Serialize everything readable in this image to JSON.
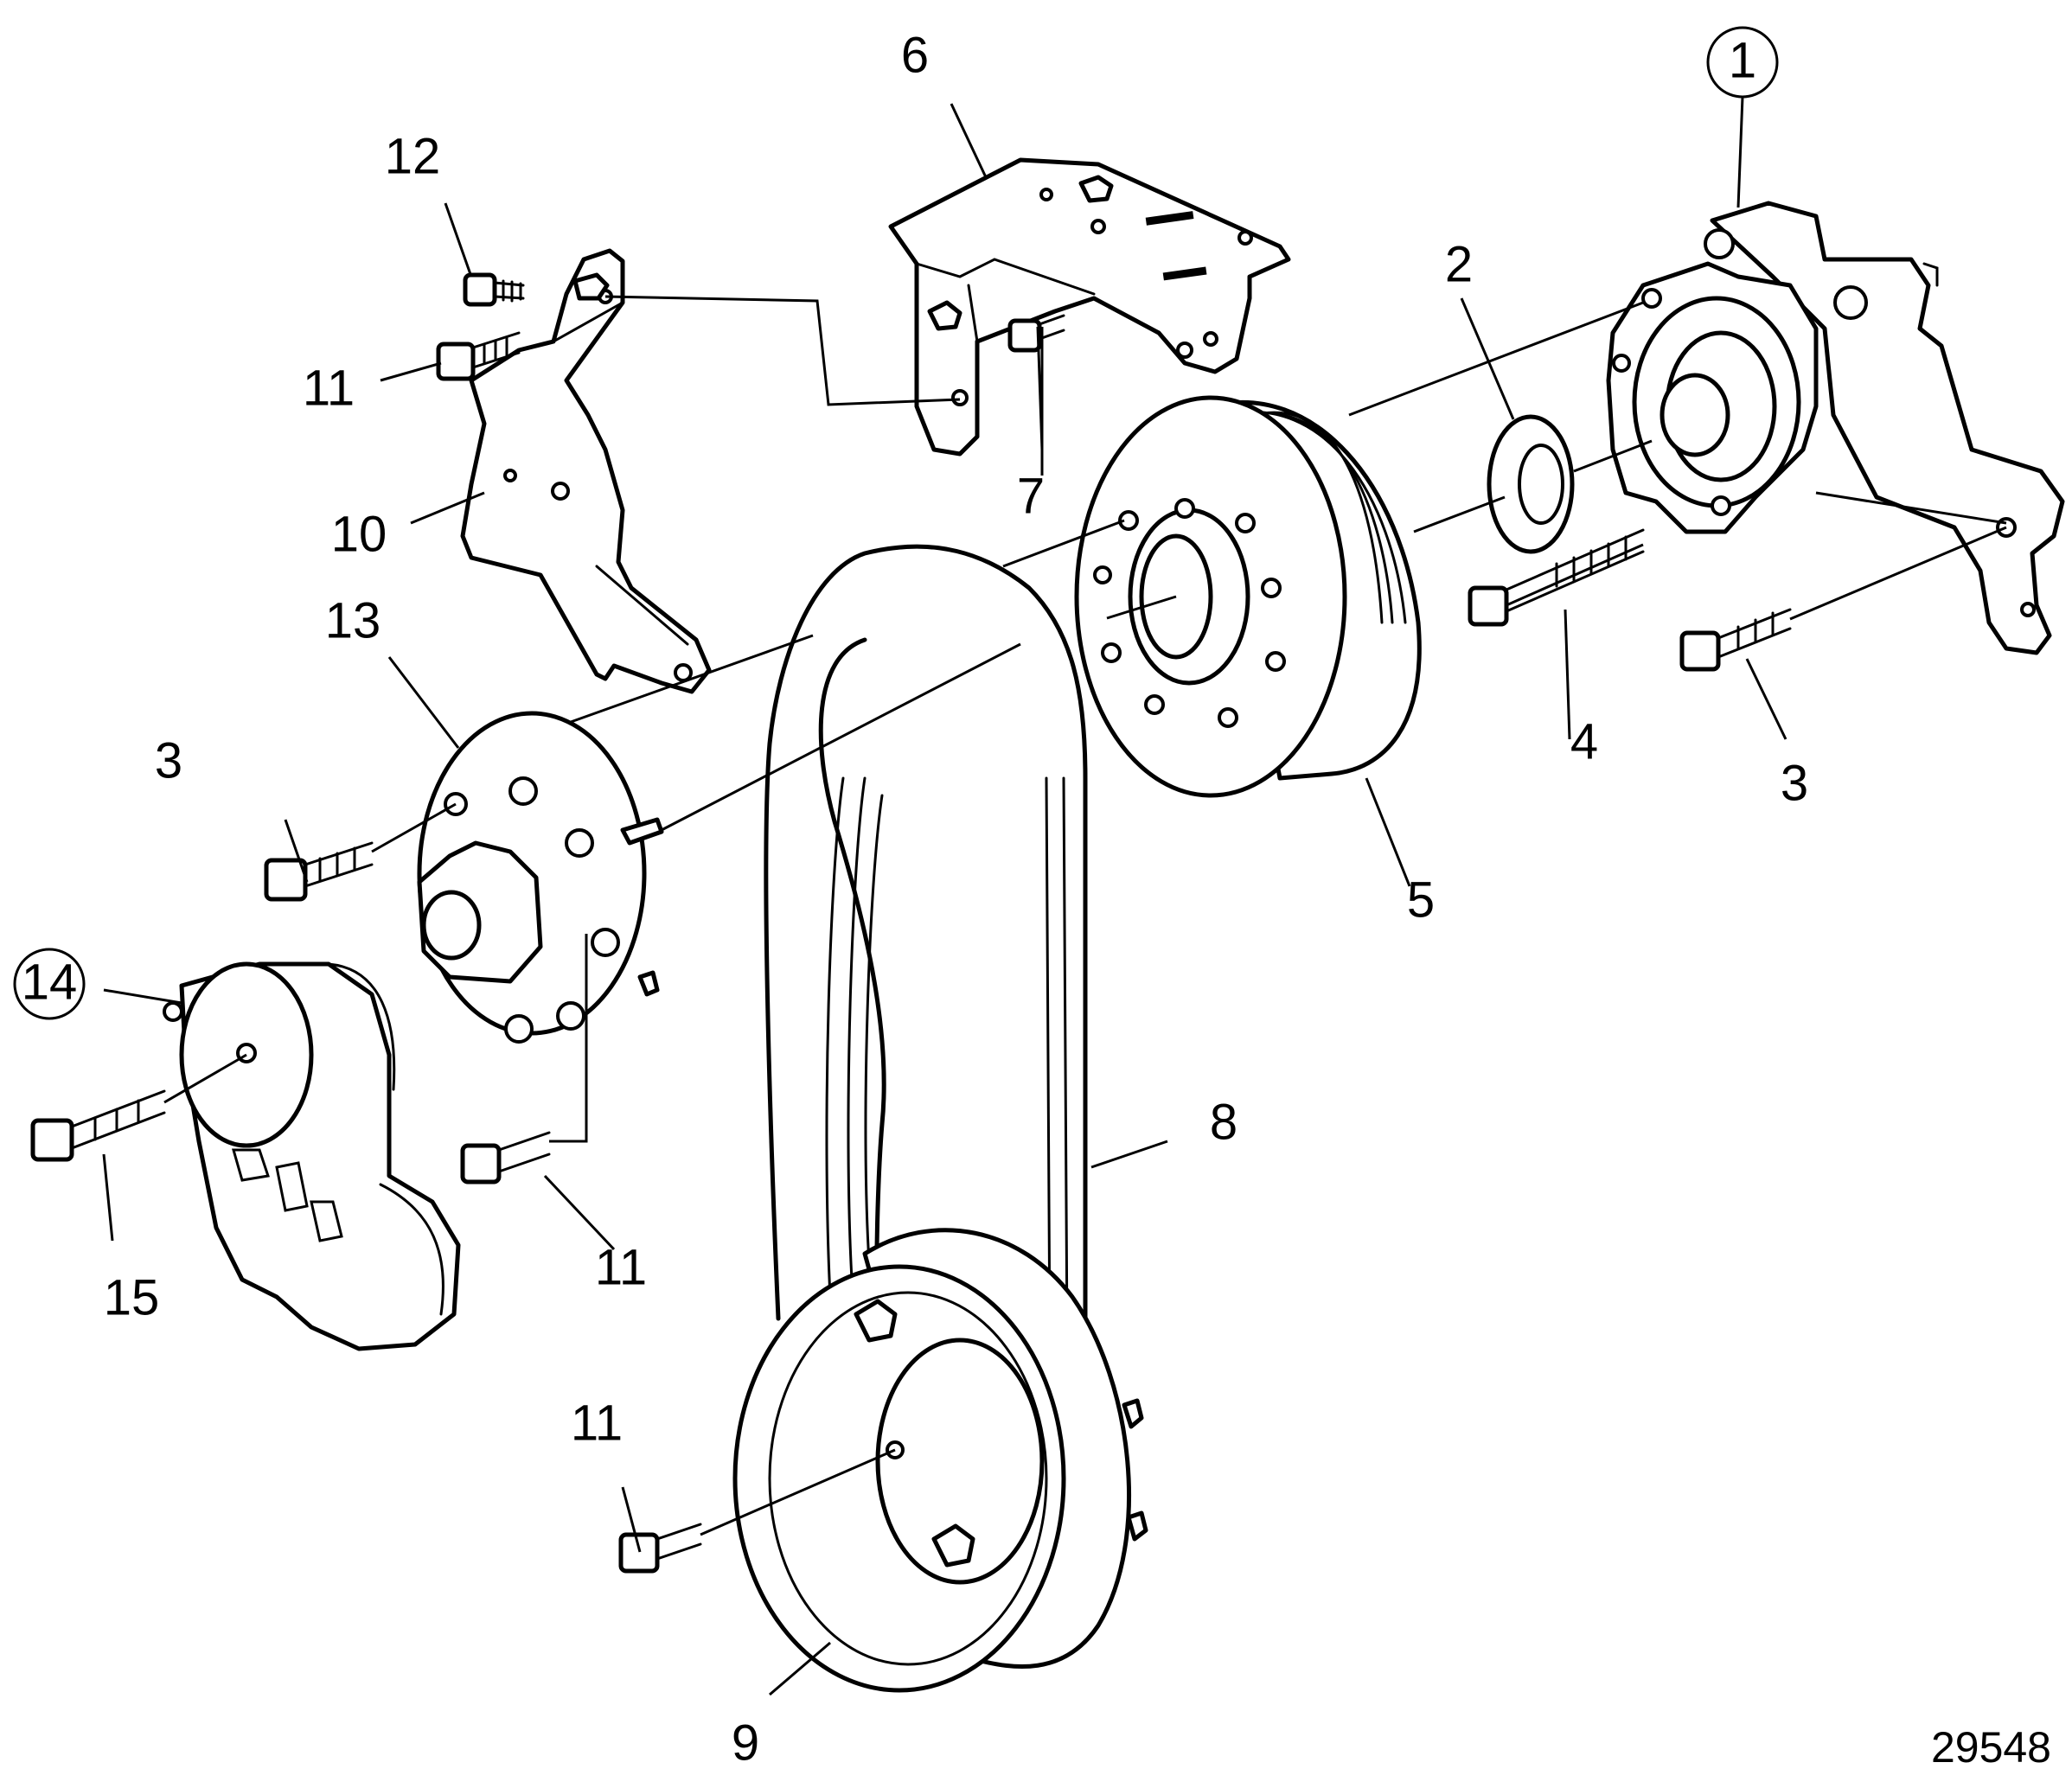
{
  "figure": {
    "reference_number": "29548",
    "callouts": [
      {
        "id": "c1",
        "text": "1",
        "circled": true
      },
      {
        "id": "c2",
        "text": "2",
        "circled": false
      },
      {
        "id": "c3a",
        "text": "3",
        "circled": false
      },
      {
        "id": "c3b",
        "text": "3",
        "circled": false
      },
      {
        "id": "c4",
        "text": "4",
        "circled": false
      },
      {
        "id": "c5",
        "text": "5",
        "circled": false
      },
      {
        "id": "c6",
        "text": "6",
        "circled": false
      },
      {
        "id": "c7",
        "text": "7",
        "circled": false
      },
      {
        "id": "c8",
        "text": "8",
        "circled": false
      },
      {
        "id": "c9",
        "text": "9",
        "circled": false
      },
      {
        "id": "c10",
        "text": "10",
        "circled": false
      },
      {
        "id": "c11a",
        "text": "11",
        "circled": false
      },
      {
        "id": "c11b",
        "text": "11",
        "circled": false
      },
      {
        "id": "c11c",
        "text": "11",
        "circled": false
      },
      {
        "id": "c12",
        "text": "12",
        "circled": false
      },
      {
        "id": "c13",
        "text": "13",
        "circled": false
      },
      {
        "id": "c14",
        "text": "14",
        "circled": true
      },
      {
        "id": "c15",
        "text": "15",
        "circled": false
      }
    ]
  }
}
